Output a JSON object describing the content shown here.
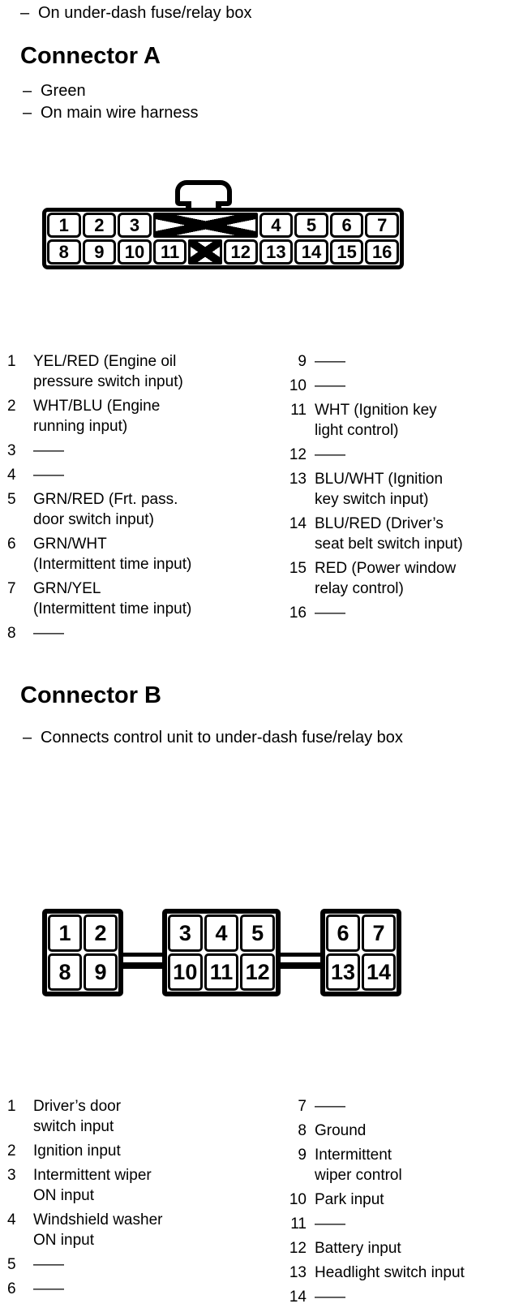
{
  "page": {
    "top_note": {
      "bullet": "–",
      "text": "On under-dash fuse/relay box"
    }
  },
  "connector_a": {
    "title": "Connector A",
    "notes": [
      {
        "bullet": "–",
        "text": "Green"
      },
      {
        "bullet": "–",
        "text": "On main wire harness"
      }
    ],
    "diagram": {
      "rows": [
        {
          "cells": [
            {
              "pin": "1"
            },
            {
              "pin": "2"
            },
            {
              "pin": "3"
            },
            {
              "blocked": true,
              "span": 3
            },
            {
              "pin": "4"
            },
            {
              "pin": "5"
            },
            {
              "pin": "6"
            },
            {
              "pin": "7"
            }
          ]
        },
        {
          "cells": [
            {
              "pin": "8"
            },
            {
              "pin": "9"
            },
            {
              "pin": "10"
            },
            {
              "pin": "11"
            },
            {
              "blocked": true,
              "span": 1
            },
            {
              "pin": "12"
            },
            {
              "pin": "13"
            },
            {
              "pin": "14"
            },
            {
              "pin": "15"
            },
            {
              "pin": "16"
            }
          ]
        }
      ]
    },
    "pins_left": [
      {
        "num": "1",
        "lines": [
          "YEL/RED (Engine oil",
          "pressure switch input)"
        ]
      },
      {
        "num": "2",
        "lines": [
          "WHT/BLU (Engine",
          "running input)"
        ]
      },
      {
        "num": "3",
        "lines": [
          "——"
        ]
      },
      {
        "num": "4",
        "lines": [
          "——"
        ]
      },
      {
        "num": "5",
        "lines": [
          "GRN/RED (Frt. pass.",
          "door switch input)"
        ]
      },
      {
        "num": "6",
        "lines": [
          "GRN/WHT",
          "(Intermittent time input)"
        ]
      },
      {
        "num": "7",
        "lines": [
          "GRN/YEL",
          "(Intermittent time input)"
        ]
      },
      {
        "num": "8",
        "lines": [
          "——"
        ]
      }
    ],
    "pins_right": [
      {
        "num": "9",
        "lines": [
          "——"
        ]
      },
      {
        "num": "10",
        "lines": [
          "——"
        ]
      },
      {
        "num": "11",
        "lines": [
          "WHT (Ignition key",
          "light control)"
        ]
      },
      {
        "num": "12",
        "lines": [
          "——"
        ]
      },
      {
        "num": "13",
        "lines": [
          "BLU/WHT (Ignition",
          "key switch input)"
        ]
      },
      {
        "num": "14",
        "lines": [
          "BLU/RED (Driver’s",
          "seat belt switch input)"
        ]
      },
      {
        "num": "15",
        "lines": [
          "RED (Power window",
          "relay control)"
        ]
      },
      {
        "num": "16",
        "lines": [
          "——"
        ]
      }
    ]
  },
  "connector_b": {
    "title": "Connector B",
    "notes": [
      {
        "bullet": "–",
        "text": "Connects control unit to under-dash fuse/relay box"
      }
    ],
    "diagram": {
      "blocks": [
        {
          "rows": [
            [
              "1",
              "2"
            ],
            [
              "8",
              "9"
            ]
          ]
        },
        {
          "rows": [
            [
              "3",
              "4",
              "5"
            ],
            [
              "10",
              "11",
              "12"
            ]
          ]
        },
        {
          "rows": [
            [
              "6",
              "7"
            ],
            [
              "13",
              "14"
            ]
          ]
        }
      ]
    },
    "pins_left": [
      {
        "num": "1",
        "lines": [
          "Driver’s door",
          "switch input"
        ]
      },
      {
        "num": "2",
        "lines": [
          "Ignition input"
        ]
      },
      {
        "num": "3",
        "lines": [
          "Intermittent wiper",
          "ON input"
        ]
      },
      {
        "num": "4",
        "lines": [
          "Windshield washer",
          "ON input"
        ]
      },
      {
        "num": "5",
        "lines": [
          "——"
        ]
      },
      {
        "num": "6",
        "lines": [
          "——"
        ]
      }
    ],
    "pins_right": [
      {
        "num": "7",
        "lines": [
          "——"
        ]
      },
      {
        "num": "8",
        "lines": [
          "Ground"
        ]
      },
      {
        "num": "9",
        "lines": [
          "Intermittent",
          "wiper control"
        ]
      },
      {
        "num": "10",
        "lines": [
          "Park input"
        ]
      },
      {
        "num": "11",
        "lines": [
          "——"
        ]
      },
      {
        "num": "12",
        "lines": [
          "Battery input"
        ]
      },
      {
        "num": "13",
        "lines": [
          "Headlight switch input"
        ]
      },
      {
        "num": "14",
        "lines": [
          "——"
        ]
      }
    ]
  }
}
